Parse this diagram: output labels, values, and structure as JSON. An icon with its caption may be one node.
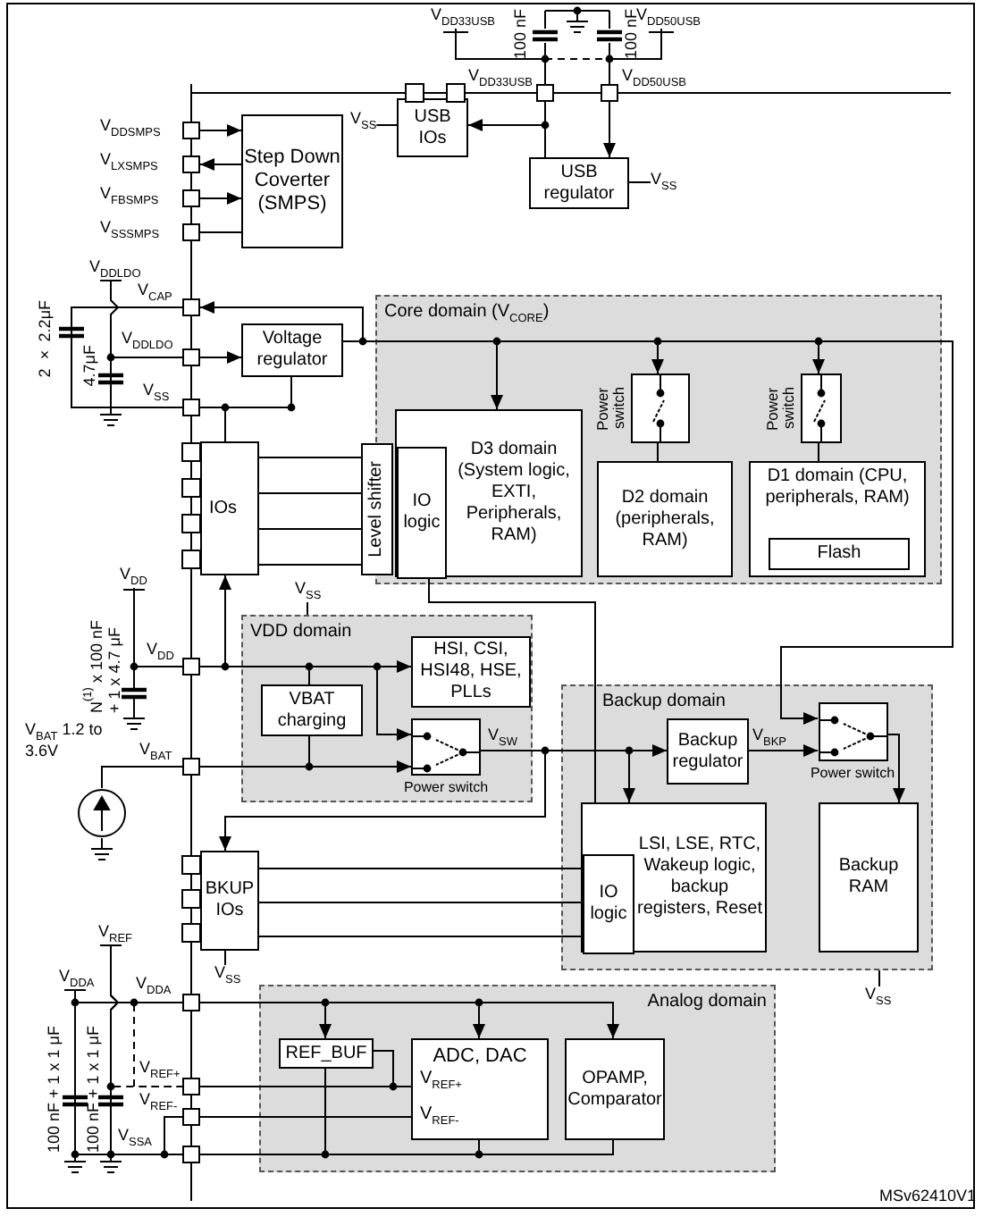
{
  "diagram": {
    "nodes": [
      {
        "text": [
          "USB IOs"
        ]
      },
      {
        "text": [
          "USB regulator"
        ]
      },
      {
        "text": [
          "Step Down Coverter (SMPS)"
        ]
      },
      {
        "text": [
          "Voltage regulator"
        ]
      },
      {
        "text": [
          "Core domain (V$_{CORE}$)"
        ]
      },
      {
        "text": [
          "D3 domain (System logic, EXTI, Peripherals, RAM)"
        ],
        "in": 4
      },
      {
        "text": [
          "Level shifter"
        ]
      },
      {
        "text": [
          "IO logic"
        ],
        "in": 5
      },
      {
        "text": [
          "Power switch"
        ],
        "in": 4
      },
      {
        "text": [
          "D2 domain (peripherals, RAM)"
        ],
        "in": 4
      },
      {
        "text": [
          "Power switch"
        ],
        "in": 4
      },
      {
        "text": [
          "D1 domain (CPU, peripherals, RAM)"
        ],
        "in": 4
      },
      {
        "text": [
          "Flash"
        ],
        "in": 11
      },
      {
        "text": [
          "IOs"
        ]
      },
      {
        "text": [
          "VDD domain"
        ]
      },
      {
        "text": [
          "HSI, CSI, HSI48, HSE, PLLs"
        ],
        "in": 14
      },
      {
        "text": [
          "VBAT charging"
        ],
        "in": 14
      },
      {
        "text": [
          "Power switch"
        ],
        "in": 14
      },
      {
        "text": [
          "Backup domain"
        ]
      },
      {
        "text": [
          "Backup regulator"
        ],
        "in": 18
      },
      {
        "text": [
          "Power switch"
        ],
        "in": 18
      },
      {
        "text": [
          "LSI, LSE, RTC, Wakeup logic, backup registers, Reset"
        ],
        "in": 18
      },
      {
        "text": [
          "IO logic"
        ],
        "in": 21
      },
      {
        "text": [
          "Backup RAM"
        ],
        "in": 18
      },
      {
        "text": [
          "BKUP IOs"
        ]
      },
      {
        "text": [
          "Analog domain"
        ]
      },
      {
        "text": [
          "REF_BUF"
        ],
        "in": 25
      },
      {
        "text": [
          "ADC, DAC",
          "V$_{REF+}$",
          "V$_{REF-}$"
        ],
        "in": 25
      },
      {
        "text": [
          "OPAMP, Comparator"
        ],
        "in": 25
      },
      {
        "text": [],
        "shape": "circle"
      },
      {
        "text": [
          "V$_{DDSMPS}$"
        ]
      },
      {
        "text": [
          "V$_{LXSMPS}$"
        ]
      },
      {
        "text": [
          "V$_{FBSMPS}$"
        ]
      },
      {
        "text": [
          "V$_{SSSMPS}$"
        ]
      },
      {
        "text": [
          "V$_{CAP}$"
        ]
      },
      {
        "text": [
          "V$_{DDLDO}$"
        ]
      },
      {
        "text": [
          "V$_{SS}$"
        ]
      },
      {
        "text": [
          "V$_{DD}$"
        ]
      },
      {
        "text": [
          "V$_{BAT}$"
        ]
      },
      {
        "text": [
          "V$_{DDA}$"
        ]
      },
      {
        "text": [
          "V$_{REF+}$"
        ]
      },
      {
        "text": [
          "V$_{REF-}$"
        ]
      },
      {
        "text": [
          "V$_{SSA}$"
        ]
      },
      {
        "text": [
          "V$_{DD33USB}$"
        ]
      },
      {
        "text": [
          "V$_{DD50USB}$"
        ]
      },
      {
        "text": [
          "V$_{SS}$"
        ]
      },
      {
        "text": [
          "V$_{SS}$"
        ]
      },
      {
        "text": [
          "V$_{SS}$"
        ]
      },
      {
        "text": [
          "V$_{SS}$"
        ]
      },
      {
        "text": [
          "V$_{SS}$"
        ]
      },
      {
        "text": [
          "V$_{DDLDO}$"
        ]
      },
      {
        "text": [
          "V$_{DD}$"
        ]
      },
      {
        "text": [
          "V$_{REF}$"
        ]
      },
      {
        "text": [
          "V$_{DDA}$"
        ]
      },
      {
        "text": [
          "V$_{DD33USB}$"
        ]
      },
      {
        "text": [
          "V$_{DD50USB}$"
        ]
      }
    ],
    "edges": [
      {
        "from": 30,
        "to": 2,
        "arrow": "to"
      },
      {
        "from": 2,
        "to": 31,
        "arrow": "to"
      },
      {
        "from": 32,
        "to": 2,
        "arrow": "to"
      },
      {
        "from": 2,
        "to": 33,
        "arrow": "none"
      },
      {
        "from": 35,
        "to": 3,
        "arrow": "to"
      },
      {
        "from": 3,
        "to": 34,
        "arrow": "to"
      },
      {
        "from": 3,
        "to": 5,
        "arrow": "to"
      },
      {
        "from": 3,
        "to": 8,
        "arrow": "to"
      },
      {
        "from": 3,
        "to": 10,
        "arrow": "to"
      },
      {
        "from": 8,
        "to": 9,
        "arrow": "none"
      },
      {
        "from": 10,
        "to": 11,
        "arrow": "none"
      },
      {
        "from": 13,
        "to": 6,
        "arrow": "none"
      },
      {
        "from": 37,
        "to": 13,
        "arrow": "to"
      },
      {
        "from": 37,
        "to": 15,
        "arrow": "to"
      },
      {
        "from": 37,
        "to": 17,
        "arrow": "to"
      },
      {
        "from": 38,
        "to": 17,
        "arrow": "to"
      },
      {
        "from": 17,
        "to": 19,
        "arrow": "to",
        "label": "V$_{SW}$"
      },
      {
        "from": 17,
        "to": 21,
        "arrow": "to"
      },
      {
        "from": 19,
        "to": 20,
        "arrow": "to",
        "label": "V$_{BKP}$"
      },
      {
        "from": 3,
        "to": 20,
        "arrow": "to"
      },
      {
        "from": 20,
        "to": 23,
        "arrow": "to"
      },
      {
        "from": 24,
        "to": 22,
        "arrow": "none"
      },
      {
        "from": 17,
        "to": 24,
        "arrow": "to"
      },
      {
        "from": 7,
        "to": 22,
        "arrow": "none"
      },
      {
        "from": 39,
        "to": 26,
        "arrow": "to"
      },
      {
        "from": 39,
        "to": 27,
        "arrow": "to"
      },
      {
        "from": 39,
        "to": 28,
        "arrow": "to"
      },
      {
        "from": 26,
        "to": 27,
        "arrow": "none"
      },
      {
        "from": 29,
        "to": 38,
        "arrow": "none"
      },
      {
        "from": 44,
        "to": 1,
        "arrow": "to"
      },
      {
        "from": 1,
        "to": 0,
        "arrow": "to"
      },
      {
        "from": 43,
        "to": 1,
        "arrow": "none"
      },
      {
        "from": 36,
        "to": 3,
        "arrow": "none"
      },
      {
        "from": 36,
        "to": 13,
        "arrow": "none"
      },
      {
        "from": 37,
        "to": 16,
        "arrow": "none"
      },
      {
        "from": 16,
        "to": 38,
        "arrow": "none"
      },
      {
        "from": 40,
        "to": 27,
        "arrow": "none"
      },
      {
        "from": 41,
        "to": 27,
        "arrow": "none"
      },
      {
        "from": 42,
        "to": 26,
        "arrow": "none"
      },
      {
        "from": 42,
        "to": 27,
        "arrow": "none"
      },
      {
        "from": 42,
        "to": 28,
        "arrow": "none"
      },
      {
        "from": 0,
        "to": 45,
        "arrow": "none"
      },
      {
        "from": 1,
        "to": 46,
        "arrow": "none"
      },
      {
        "from": 14,
        "to": 47,
        "arrow": "none"
      },
      {
        "from": 24,
        "to": 48,
        "arrow": "none"
      },
      {
        "from": 18,
        "to": 49,
        "arrow": "none"
      },
      {
        "from": 42,
        "to": 41,
        "arrow": "none"
      },
      {
        "from": 50,
        "to": 35,
        "arrow": "none"
      },
      {
        "from": 51,
        "to": 37,
        "arrow": "none"
      },
      {
        "from": 52,
        "to": 40,
        "arrow": "none",
        "style": "dashed"
      },
      {
        "from": 39,
        "to": 40,
        "arrow": "none",
        "style": "dashed"
      },
      {
        "from": 53,
        "to": 39,
        "arrow": "none"
      },
      {
        "from": 54,
        "to": 43,
        "arrow": "none"
      },
      {
        "from": 55,
        "to": 44,
        "arrow": "none"
      },
      {
        "from": 43,
        "to": 44,
        "arrow": "none",
        "style": "dashed"
      },
      {
        "from": 34,
        "to": 36,
        "arrow": "none"
      },
      {
        "from": 35,
        "to": 36,
        "arrow": "none"
      },
      {
        "from": 53,
        "to": 42,
        "arrow": "none"
      },
      {
        "from": 52,
        "to": 42,
        "arrow": "none"
      }
    ],
    "labels": [
      "100 nF",
      "100 nF",
      "2 × 2.2μF",
      "4.7μF",
      "N$^{(1)}$ x 100 nF + 1 x 4.7 μF",
      "V$_{BAT}$ 1.2 to 3.6V",
      "100 nF + 1 x 1 μF",
      "100 nF + 1 x 1 μF",
      "MSv62410V1"
    ]
  }
}
